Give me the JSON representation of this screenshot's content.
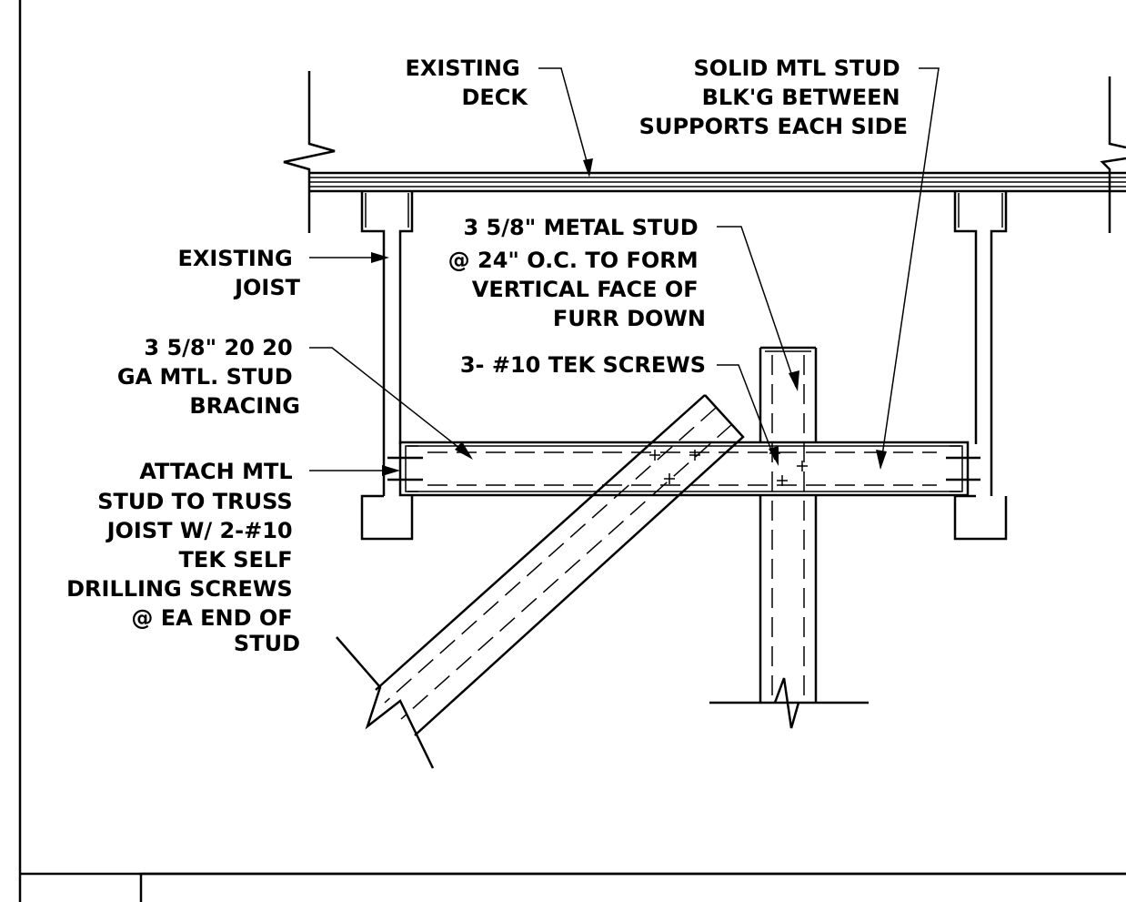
{
  "labels": {
    "existing_deck": [
      "EXISTING",
      "DECK"
    ],
    "solid_blocking": [
      "SOLID MTL STUD",
      "BLK'G BETWEEN",
      "SUPPORTS EACH SIDE"
    ],
    "metal_stud": [
      "3 5/8\" METAL STUD",
      "@ 24\" O.C. TO FORM",
      "VERTICAL FACE OF",
      "FURR DOWN"
    ],
    "existing_joist": [
      "EXISTING",
      "JOIST"
    ],
    "stud_bracing": [
      "3 5/8\" 20 20",
      "GA MTL. STUD",
      "BRACING"
    ],
    "tek_screws": [
      "3- #10 TEK SCREWS"
    ],
    "attach_note": [
      "ATTACH MTL",
      "STUD TO TRUSS",
      "JOIST W/ 2-#10",
      "TEK SELF",
      "DRILLING SCREWS",
      "@ EA END OF",
      "STUD"
    ]
  },
  "title_block": {
    "detail_number": ""
  },
  "colors": {
    "linework": "#000000",
    "background": "#ffffff"
  }
}
